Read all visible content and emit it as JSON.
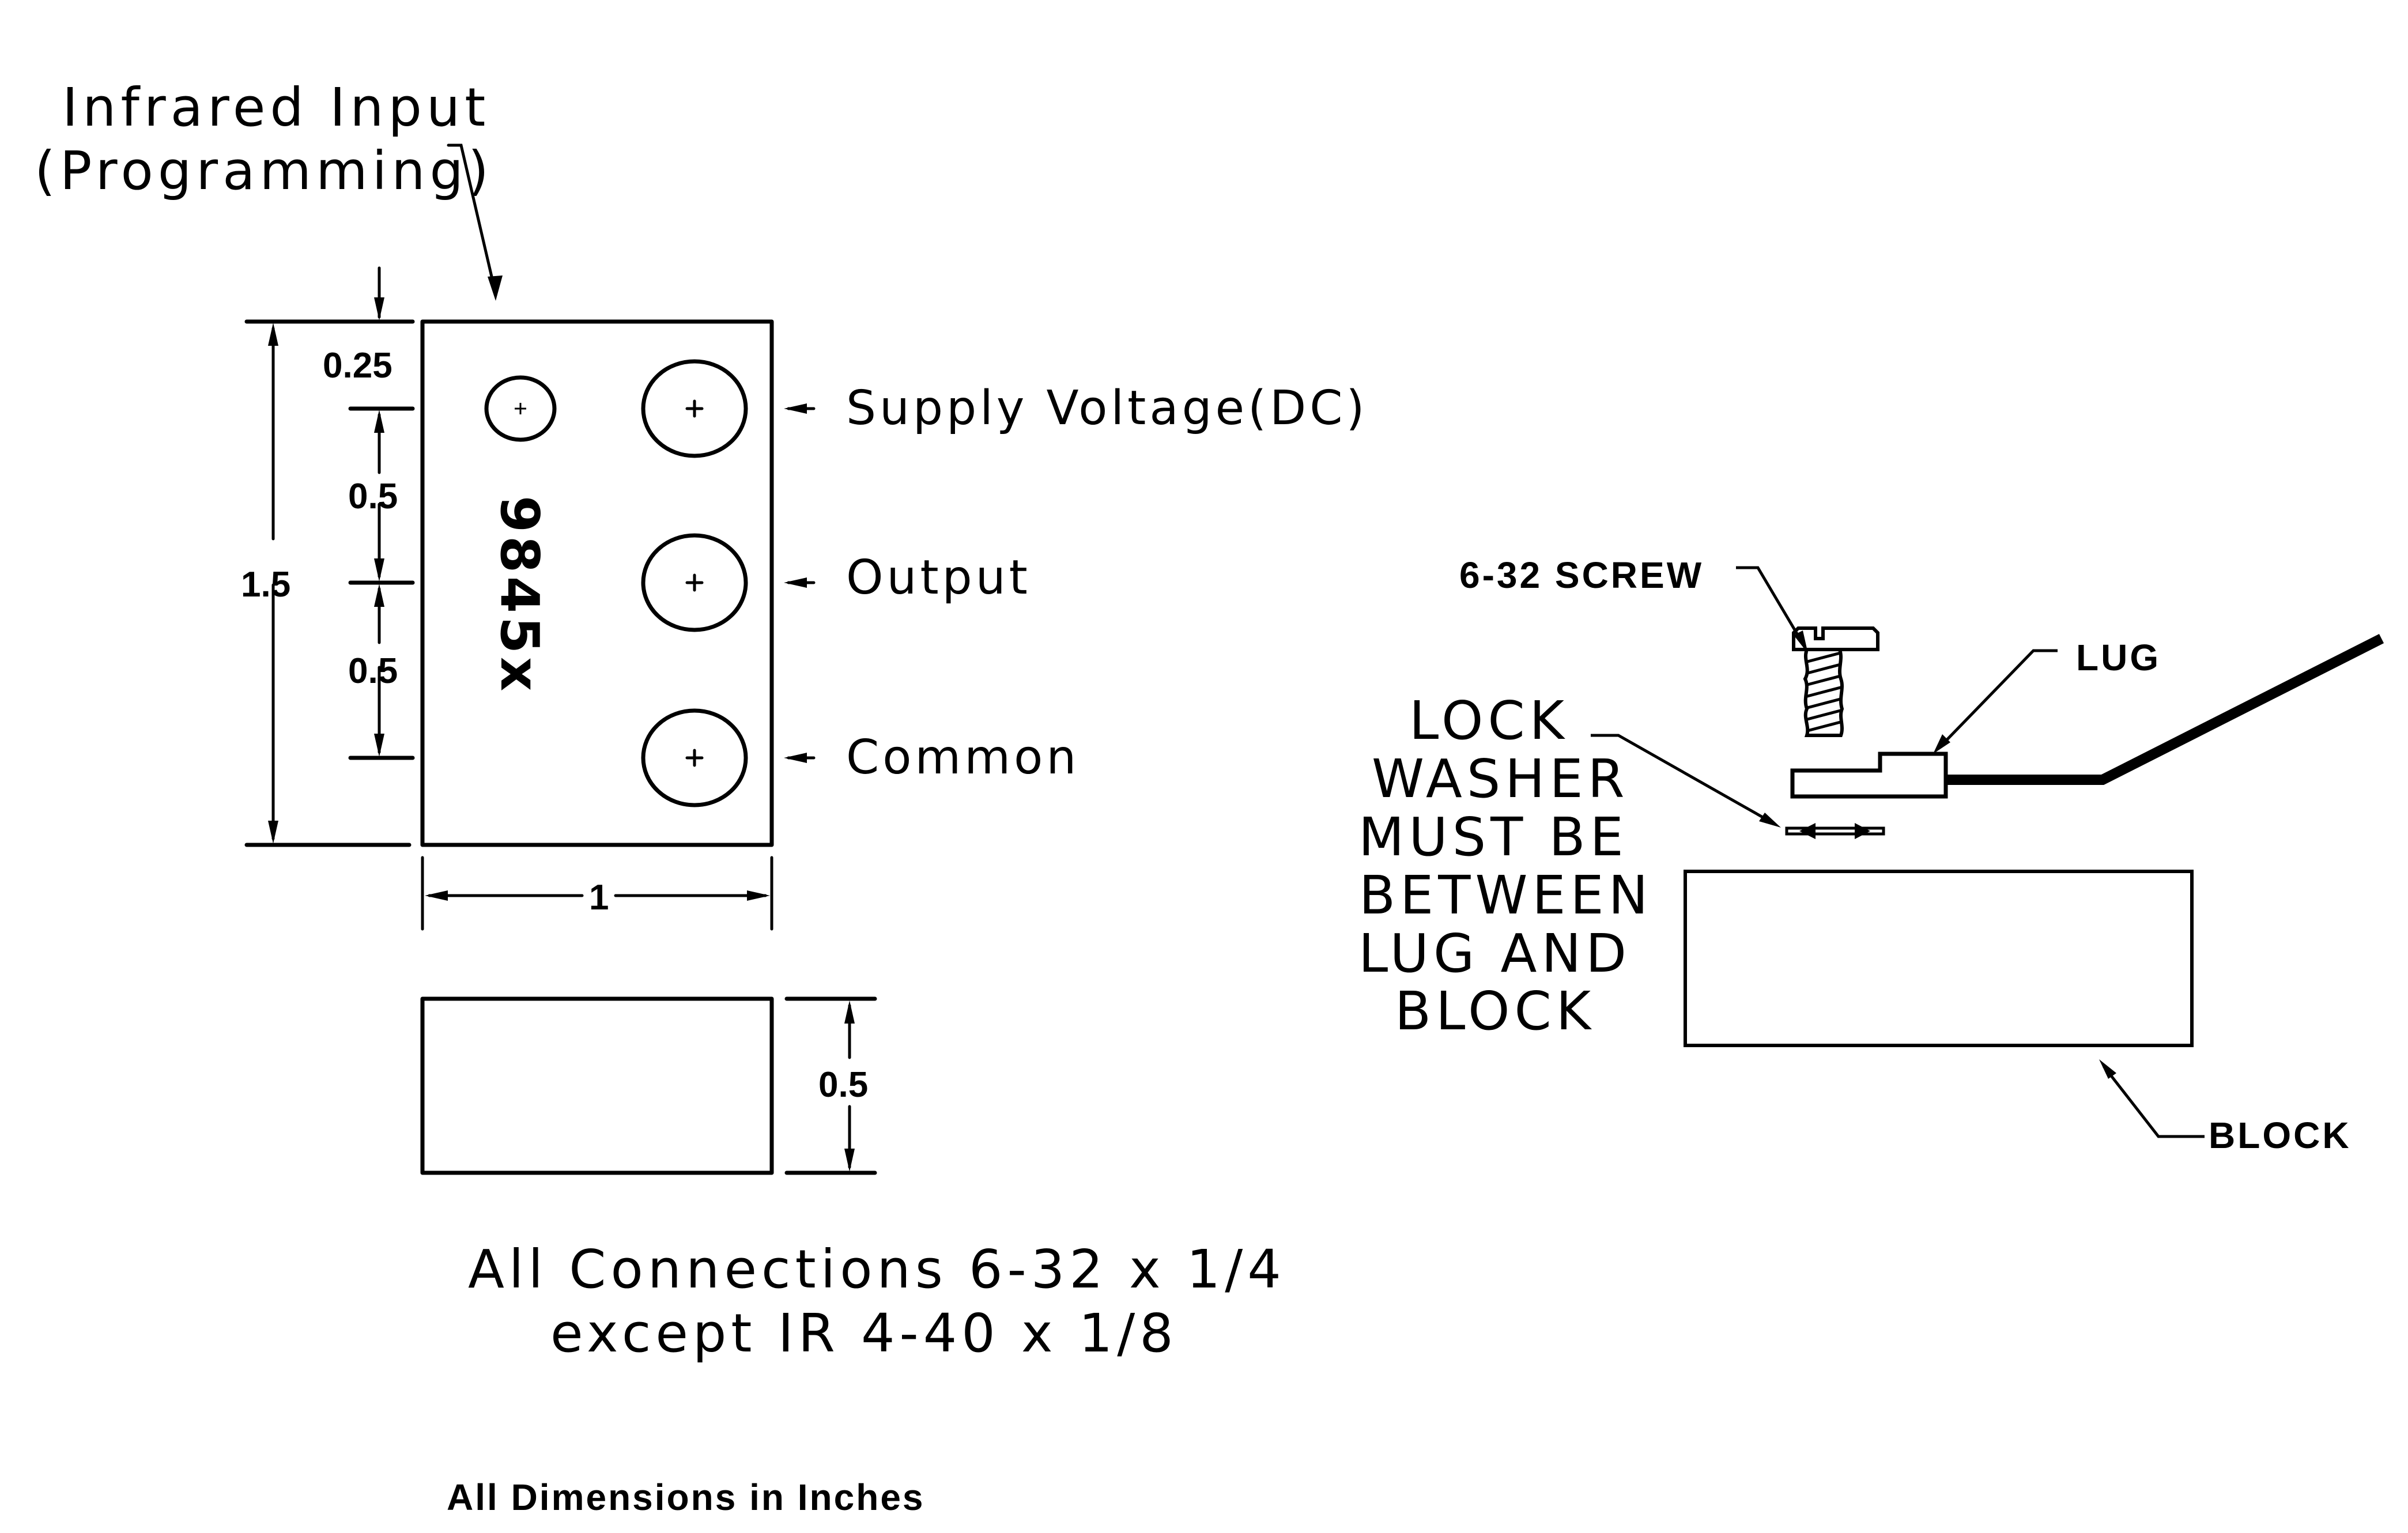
{
  "drawing": {
    "part_number": "9845x",
    "callouts": {
      "infrared_line1": "Infrared Input",
      "infrared_line2": "(Programming)",
      "supply": "Supply Voltage(DC)",
      "output": "Output",
      "common": "Common"
    },
    "dimensions": {
      "top_offset": "0.25",
      "pitch_1": "0.5",
      "pitch_2": "0.5",
      "height": "1.5",
      "width": "1",
      "thickness": "0.5"
    },
    "notes": {
      "connections_line1": "All Connections 6-32 x 1/4",
      "connections_line2": "except IR 4-40 x 1/8",
      "units": "All Dimensions in Inches"
    },
    "assembly": {
      "screw_label": "6-32 SCREW",
      "lug_label": "LUG",
      "washer_lines": [
        "LOCK",
        "WASHER",
        "MUST BE",
        "BETWEEN",
        "LUG AND",
        "BLOCK"
      ],
      "block_label": "BLOCK"
    }
  }
}
